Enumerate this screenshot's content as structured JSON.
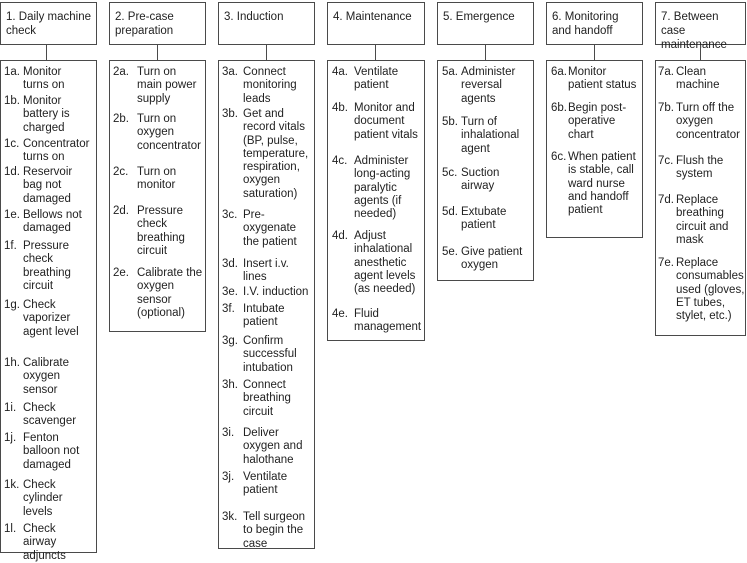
{
  "columns": [
    {
      "title": "1. Daily machine check",
      "items": [
        {
          "num": "1a.",
          "text": "Monitor turns on"
        },
        {
          "num": "1b.",
          "text": "Monitor battery is charged"
        },
        {
          "num": "1c.",
          "text": "Concentrator turns on"
        },
        {
          "num": "1d.",
          "text": "Reservoir bag not damaged"
        },
        {
          "num": "1e.",
          "text": "Bellows not damaged"
        },
        {
          "num": "1f.",
          "text": "Pressure check breathing circuit"
        },
        {
          "num": "1g.",
          "text": "Check vaporizer agent level"
        },
        {
          "num": "1h.",
          "text": "Calibrate oxygen sensor"
        },
        {
          "num": "1i.",
          "text": "Check scavenger"
        },
        {
          "num": "1j.",
          "text": "Fenton balloon not damaged"
        },
        {
          "num": "1k.",
          "text": "Check cylinder levels"
        },
        {
          "num": "1l.",
          "text": "Check airway adjuncts"
        }
      ]
    },
    {
      "title": "2. Pre-case preparation",
      "items": [
        {
          "num": "2a.",
          "text": "Turn on main power supply"
        },
        {
          "num": "2b.",
          "text": "Turn on oxygen concentrator"
        },
        {
          "num": "2c.",
          "text": "Turn on monitor"
        },
        {
          "num": "2d.",
          "text": "Pressure check breathing circuit"
        },
        {
          "num": "2e.",
          "text": "Calibrate the oxygen sensor (optional)"
        }
      ]
    },
    {
      "title": "3. Induction",
      "items": [
        {
          "num": "3a.",
          "text": "Connect monitoring leads"
        },
        {
          "num": "3b.",
          "text": "Get and record vitals (BP, pulse, temperature, respiration, oxygen saturation)"
        },
        {
          "num": "3c.",
          "text": "Pre-oxygenate the patient"
        },
        {
          "num": "3d.",
          "text": "Insert i.v. lines"
        },
        {
          "num": "3e.",
          "text": "I.V. induction"
        },
        {
          "num": "3f.",
          "text": "Intubate patient"
        },
        {
          "num": "3g.",
          "text": "Confirm successful intubation"
        },
        {
          "num": "3h.",
          "text": "Connect breathing circuit"
        },
        {
          "num": "3i.",
          "text": "Deliver oxygen and halothane"
        },
        {
          "num": "3j.",
          "text": "Ventilate patient"
        },
        {
          "num": "3k.",
          "text": "Tell surgeon to begin the case"
        }
      ]
    },
    {
      "title": "4. Maintenance",
      "items": [
        {
          "num": "4a.",
          "text": "Ventilate patient"
        },
        {
          "num": "4b.",
          "text": "Monitor and document patient vitals"
        },
        {
          "num": "4c.",
          "text": "Administer long-acting paralytic agents (if needed)"
        },
        {
          "num": "4d.",
          "text": "Adjust inhalational anesthetic agent levels (as needed)"
        },
        {
          "num": "4e.",
          "text": "Fluid management"
        }
      ]
    },
    {
      "title": "5. Emergence",
      "items": [
        {
          "num": "5a.",
          "text": "Administer reversal agents"
        },
        {
          "num": "5b.",
          "text": "Turn of inhalational agent"
        },
        {
          "num": "5c.",
          "text": "Suction airway"
        },
        {
          "num": "5d.",
          "text": "Extubate patient"
        },
        {
          "num": "5e.",
          "text": "Give patient oxygen"
        }
      ]
    },
    {
      "title": "6. Monitoring and handoff",
      "items": [
        {
          "num": "6a.",
          "text": "Monitor patient status"
        },
        {
          "num": "6b.",
          "text": "Begin post-operative chart"
        },
        {
          "num": "6c.",
          "text": "When patient is stable, call ward nurse and handoff patient"
        }
      ]
    },
    {
      "title": "7. Between case maintenance",
      "items": [
        {
          "num": "7a.",
          "text": "Clean machine"
        },
        {
          "num": "7b.",
          "text": "Turn off the oxygen concentrator"
        },
        {
          "num": "7c.",
          "text": "Flush the system"
        },
        {
          "num": "7d.",
          "text": "Replace breathing circuit and mask"
        },
        {
          "num": "7e.",
          "text": "Replace consumables used (gloves, ET tubes, stylet, etc.)"
        }
      ]
    }
  ]
}
